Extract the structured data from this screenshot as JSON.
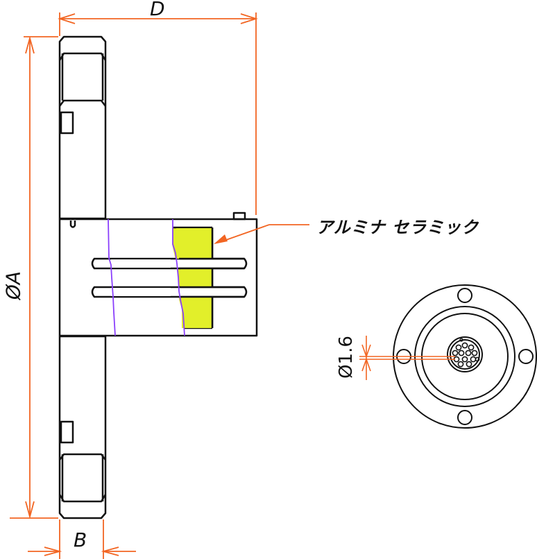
{
  "diagram": {
    "type": "technical-drawing",
    "dimensions": {
      "depth_label": "D",
      "diameter_label": "ØA",
      "thickness_label": "B",
      "pin_diameter_label": "Ø1.6"
    },
    "callout": {
      "label": "アルミナ セラミック"
    },
    "colors": {
      "outline": "#111111",
      "dimension_line": "#f26522",
      "ceramic_fill": "#e2ef2a",
      "break_line": "#8a3ffc"
    },
    "front_view": {
      "bolt_holes": 4,
      "pin_count": 13
    }
  }
}
